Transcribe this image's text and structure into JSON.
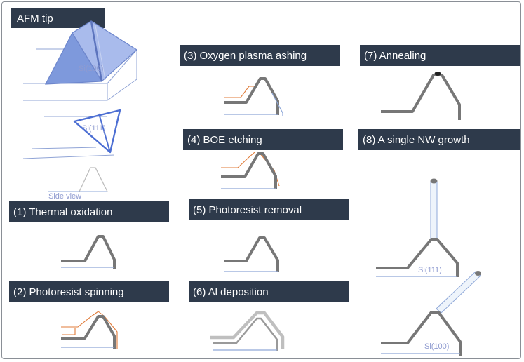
{
  "title_label": "AFM tip",
  "tip_labels": {
    "si100": "Si(100)",
    "si111": "Si(111)",
    "side_view": "Side view"
  },
  "steps": [
    {
      "label": "(1) Thermal oxidation"
    },
    {
      "label": "(2) Photoresist spinning"
    },
    {
      "label": "(3) Oxygen plasma ashing"
    },
    {
      "label": "(4) BOE etching"
    },
    {
      "label": "(5) Photoresist removal"
    },
    {
      "label": "(6) Al deposition"
    },
    {
      "label": "(7) Annealing"
    },
    {
      "label": "(8) A single NW growth"
    }
  ],
  "nw_labels": {
    "si111": "Si(111)",
    "si100": "Si(100)"
  },
  "colors": {
    "label_bg": "#2e3a4b",
    "tip_grey": "#777777",
    "oxide_blue": "#8fa8d8",
    "photoresist_orange": "#e07b39",
    "aluminum_grey": "#bfbfbf",
    "pyramid_fill": "#8ea6e0"
  }
}
